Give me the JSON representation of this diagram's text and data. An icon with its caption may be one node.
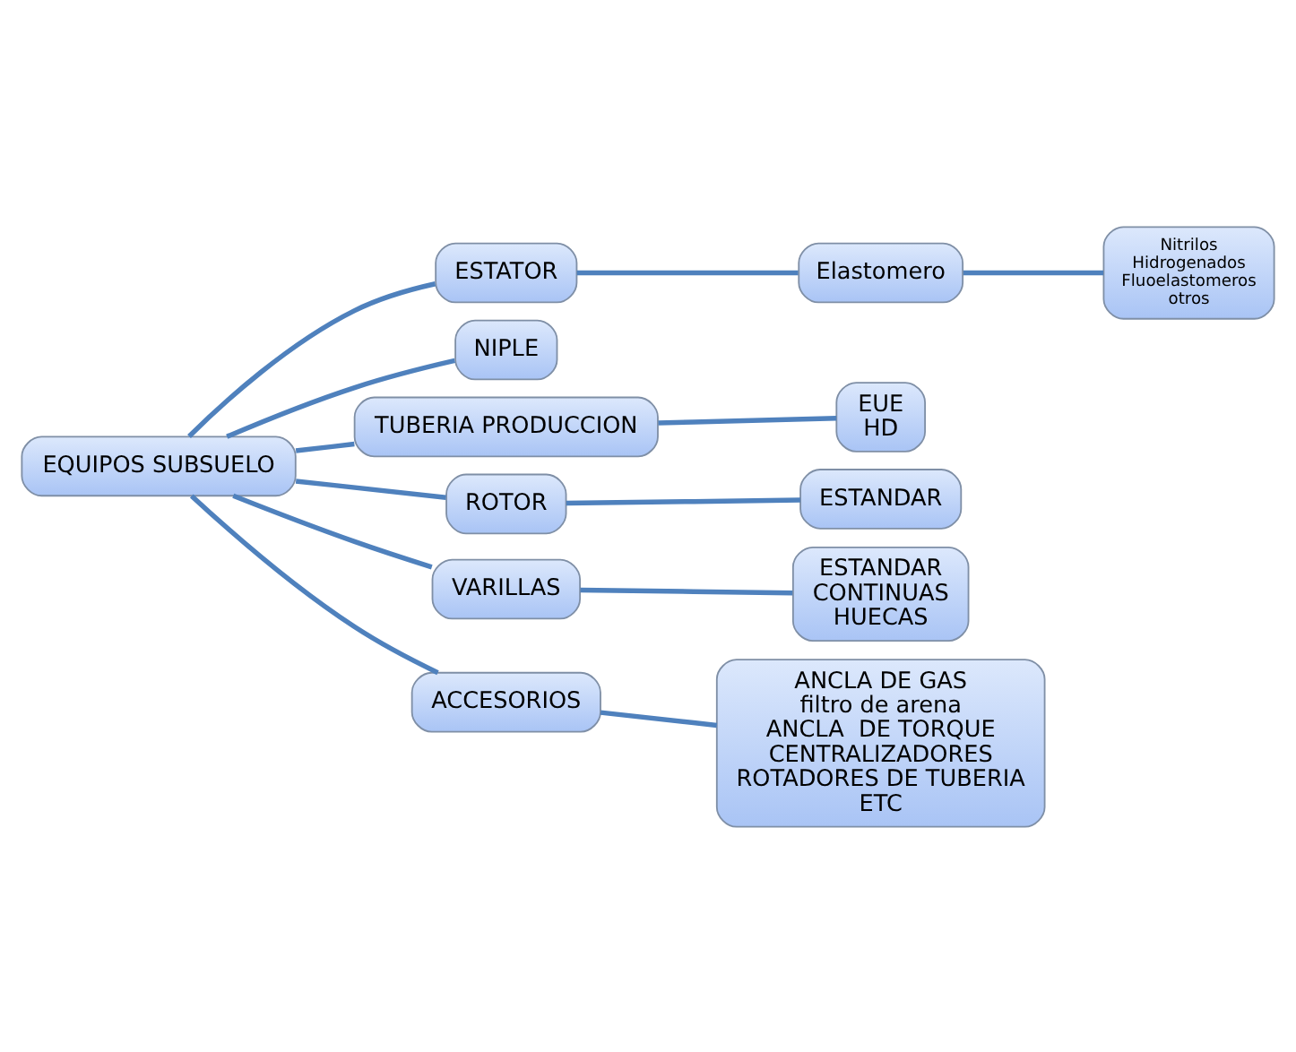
{
  "diagram": {
    "nodes": [
      {
        "text": [
          "EQUIPOS SUBSUELO"
        ]
      },
      {
        "text": [
          "ESTATOR"
        ]
      },
      {
        "text": [
          "NIPLE"
        ]
      },
      {
        "text": [
          "TUBERIA PRODUCCION"
        ]
      },
      {
        "text": [
          "ROTOR"
        ]
      },
      {
        "text": [
          "VARILLAS"
        ]
      },
      {
        "text": [
          "ACCESORIOS"
        ]
      },
      {
        "text": [
          "Elastomero"
        ]
      },
      {
        "text": [
          "Nitrilos",
          "Hidrogenados",
          "Fluoelastomeros",
          "otros"
        ]
      },
      {
        "text": [
          "EUE",
          "HD"
        ]
      },
      {
        "text": [
          "ESTANDAR"
        ]
      },
      {
        "text": [
          "ESTANDAR",
          "CONTINUAS",
          "HUECAS"
        ]
      },
      {
        "text": [
          "ANCLA DE GAS",
          "filtro de arena",
          "ANCLA  DE TORQUE",
          "CENTRALIZADORES",
          "ROTADORES DE TUBERIA",
          "ETC"
        ]
      }
    ],
    "edges": [
      {
        "from": 0,
        "to": 1,
        "arrow": "none"
      },
      {
        "from": 0,
        "to": 2,
        "arrow": "none"
      },
      {
        "from": 0,
        "to": 3,
        "arrow": "none"
      },
      {
        "from": 0,
        "to": 4,
        "arrow": "none"
      },
      {
        "from": 0,
        "to": 5,
        "arrow": "none"
      },
      {
        "from": 0,
        "to": 6,
        "arrow": "none"
      },
      {
        "from": 1,
        "to": 7,
        "arrow": "none"
      },
      {
        "from": 7,
        "to": 8,
        "arrow": "none"
      },
      {
        "from": 3,
        "to": 9,
        "arrow": "none"
      },
      {
        "from": 4,
        "to": 10,
        "arrow": "none"
      },
      {
        "from": 5,
        "to": 11,
        "arrow": "none"
      },
      {
        "from": 6,
        "to": 12,
        "arrow": "none"
      }
    ]
  }
}
